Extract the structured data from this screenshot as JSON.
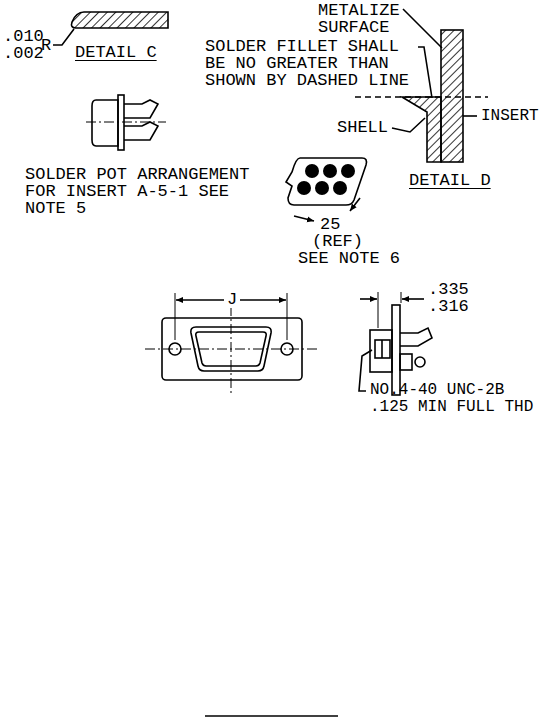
{
  "diagram": {
    "labels": [
      "METALIZE SURFACE",
      ".010",
      "R",
      ".002",
      "DETAIL C",
      "SOLDER FILLET SHALL BE NO GREATER THAN SHOWN BY DASHED LINE",
      "INSERT",
      "SHELL",
      "SOLDER POT ARRANGEMENT FOR INSERT A-5-1 SEE NOTE 5",
      "DETAIL D",
      "25",
      "(REF)",
      "SEE NOTE 6",
      "J",
      ".335",
      ".316",
      "NO.4-40 UNC-2B .125 MIN FULL THD"
    ]
  }
}
